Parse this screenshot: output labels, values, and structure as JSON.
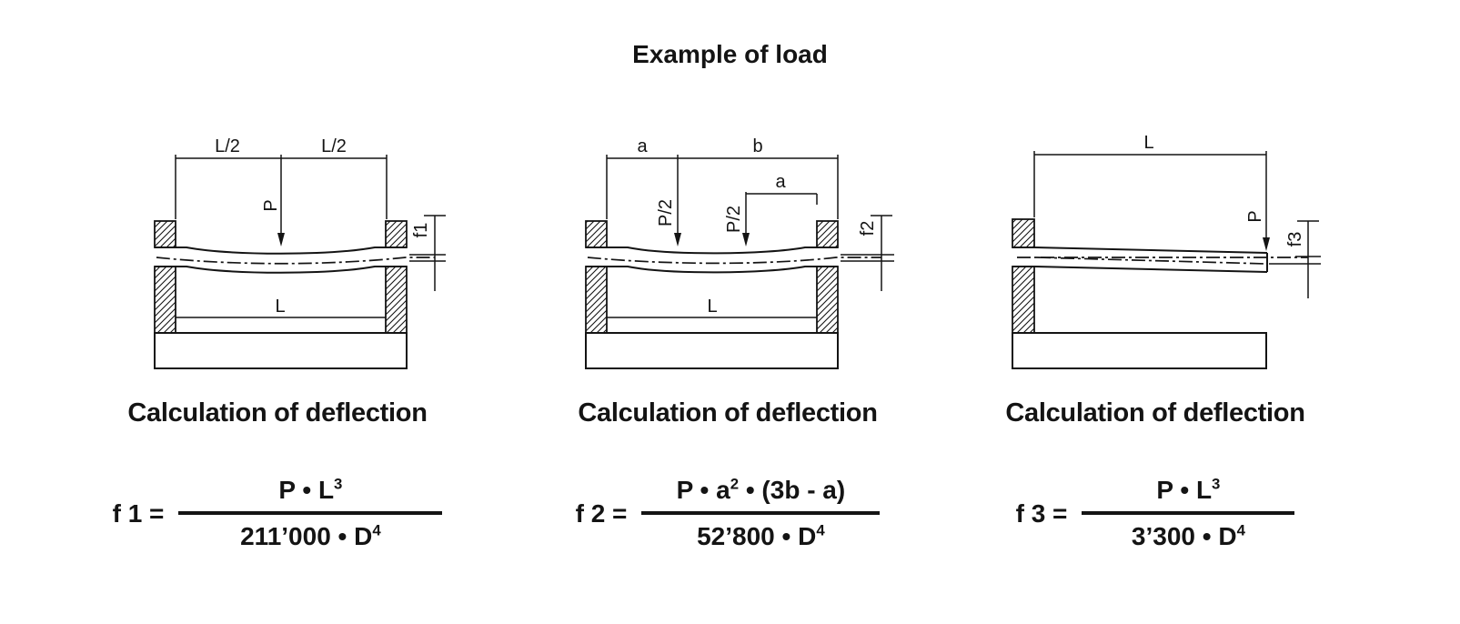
{
  "title": "Example of load",
  "figures": [
    {
      "heading": "Calculation of deflection",
      "diagram": {
        "dim_left": "L/2",
        "dim_right": "L/2",
        "load": "P",
        "deflection": "f1",
        "span": "L"
      },
      "formula": {
        "lhs": "f 1 =",
        "num_main": "P • L",
        "num_sup": "3",
        "num_rest": "",
        "den_main": "211’000 • D",
        "den_sup": "4"
      }
    },
    {
      "heading": "Calculation of deflection",
      "diagram": {
        "dim_left": "a",
        "dim_right": "b",
        "dim_inner": "a",
        "load_1": "P/2",
        "load_2": "P/2",
        "deflection": "f2",
        "span": "L"
      },
      "formula": {
        "lhs": "f 2 =",
        "num_main": "P • a",
        "num_sup": "2",
        "num_rest": " • (3b - a)",
        "den_main": "52’800 • D",
        "den_sup": "4"
      }
    },
    {
      "heading": "Calculation of deflection",
      "diagram": {
        "dim_span": "L",
        "load": "P",
        "deflection": "f3"
      },
      "formula": {
        "lhs": "f 3 =",
        "num_main": "P • L",
        "num_sup": "3",
        "num_rest": "",
        "den_main": "3’300 • D",
        "den_sup": "4"
      }
    }
  ]
}
